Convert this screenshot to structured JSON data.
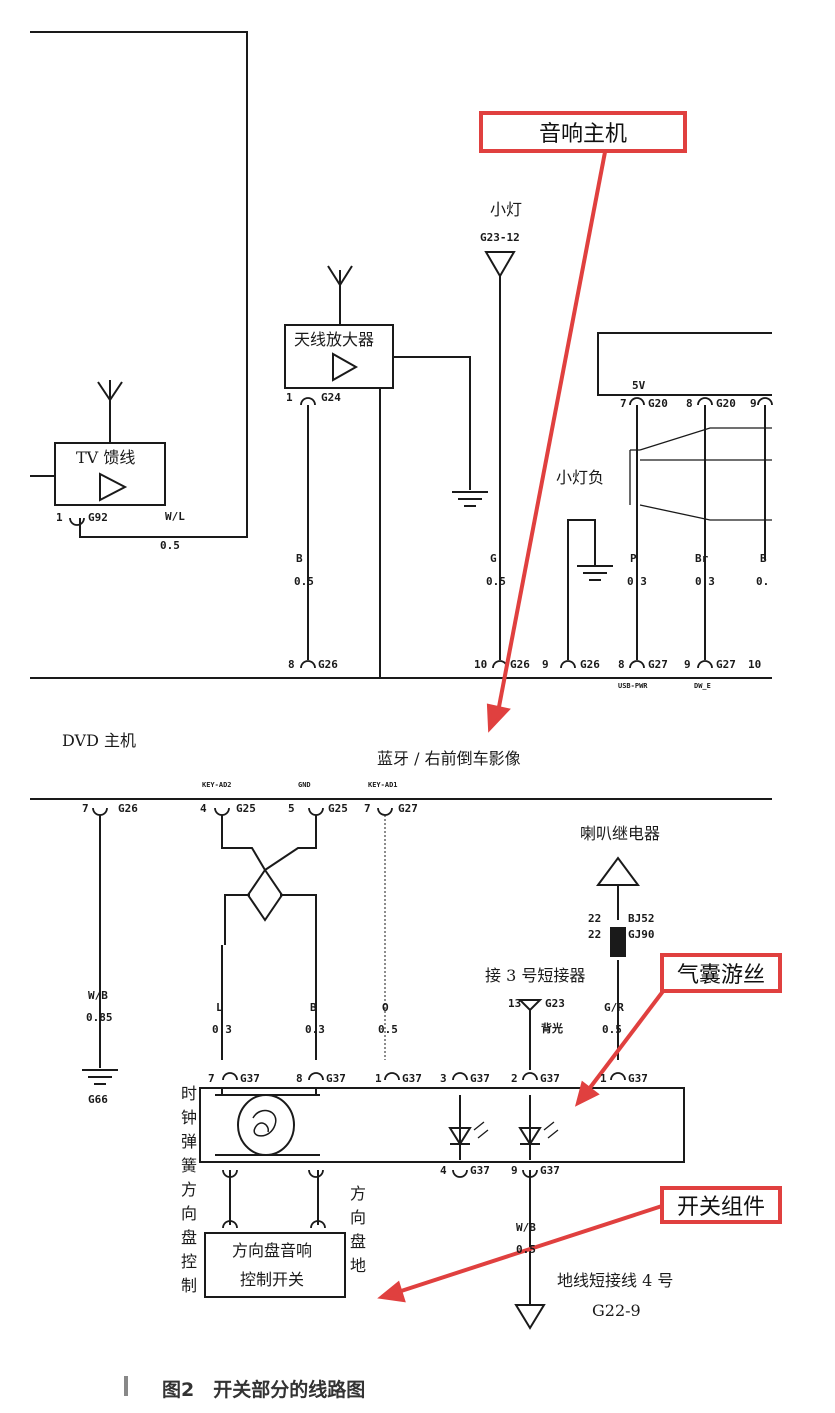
{
  "callouts": {
    "head_unit": "音响主机",
    "airbag_clock_spring": "气囊游丝",
    "switch_assembly": "开关组件"
  },
  "components": {
    "tv_feeder": "TV 馈线",
    "antenna_amplifier": "天线放大器",
    "small_light": "小灯",
    "small_light_neg": "小灯负",
    "dvd_host": "DVD 主机",
    "bluetooth_camera": "蓝牙 / 右前倒车影像",
    "horn_relay": "喇叭继电器",
    "splice_3": "接 3 号短接器",
    "clock_spring": "时钟弹簧",
    "steering_control": "方向盘控制",
    "steering_ground": "方向盘地",
    "steering_audio_switch_line1": "方向盘音响",
    "steering_audio_switch_line2": "控制开关",
    "ground_splice_4": "地线短接线 4 号",
    "ground_g22_9": "G22-9",
    "ground_g66": "G66"
  },
  "connectors": {
    "g23_12": "G23-12",
    "g92": "G92",
    "g92_pin": "1",
    "g24": "G24",
    "g24_pin": "1",
    "g20_7": "G20",
    "g20_7_pin": "7",
    "g20_8": "G20",
    "g20_8_pin": "8",
    "g20_9_pin": "9",
    "five_v": "5V",
    "g26_8": "G26",
    "g26_8_pin": "8",
    "g26_10": "G26",
    "g26_10_pin": "10",
    "g26_9": "G26",
    "g26_9_pin": "9",
    "g27_8": "G27",
    "g27_8_pin": "8",
    "g27_9": "G27",
    "g27_9_pin": "9",
    "g27_10_pin": "10",
    "usb_pwr": "USB-PWR",
    "dw_e": "DW_E",
    "g26_7": "G26",
    "g26_7_pin": "7",
    "g25_4": "G25",
    "g25_4_pin": "4",
    "key_ad2": "KEY-AD2",
    "g25_5": "G25",
    "g25_5_pin": "5",
    "gnd": "GND",
    "g27_7": "G27",
    "g27_7_pin": "7",
    "key_ad1": "KEY-AD1",
    "bj52": "BJ52",
    "bj52_pin": "22",
    "gj90": "GJ90",
    "gj90_pin": "22",
    "g23_13": "G23",
    "g23_13_pin": "13",
    "backlight": "背光",
    "g37_7": "G37",
    "g37_7_pin": "7",
    "g37_8": "G37",
    "g37_8_pin": "8",
    "g37_1": "G37",
    "g37_1_pin": "1",
    "g37_3": "G37",
    "g37_3_pin": "3",
    "g37_2": "G37",
    "g37_2_pin": "2",
    "g37_right": "G37",
    "g37_right_pin": "1",
    "g37_4": "G37",
    "g37_4_pin": "4",
    "g37_9": "G37",
    "g37_9_pin": "9"
  },
  "wires": {
    "wl_color": "W/L",
    "wl_size": "0.5",
    "b_color": "B",
    "b_size": "0.5",
    "g_color": "G",
    "g_size": "0.5",
    "p_color": "P",
    "p_size": "0.3",
    "br_color": "Br",
    "br_size": "0.3",
    "b2_color": "B",
    "b2_size": "0.",
    "wb_color": "W/B",
    "wb_size": "0.85",
    "l_color": "L",
    "l_size": "0.3",
    "b3_color": "B",
    "b3_size": "0.3",
    "o_color": "O",
    "o_size": "0.5",
    "gr_color": "G/R",
    "gr_size": "0.5",
    "wb2_color": "W/B",
    "wb2_size": "0.5"
  },
  "caption": "图2　开关部分的线路图",
  "colors": {
    "callout_red": "#e0403f",
    "line": "#1a1a1a"
  }
}
